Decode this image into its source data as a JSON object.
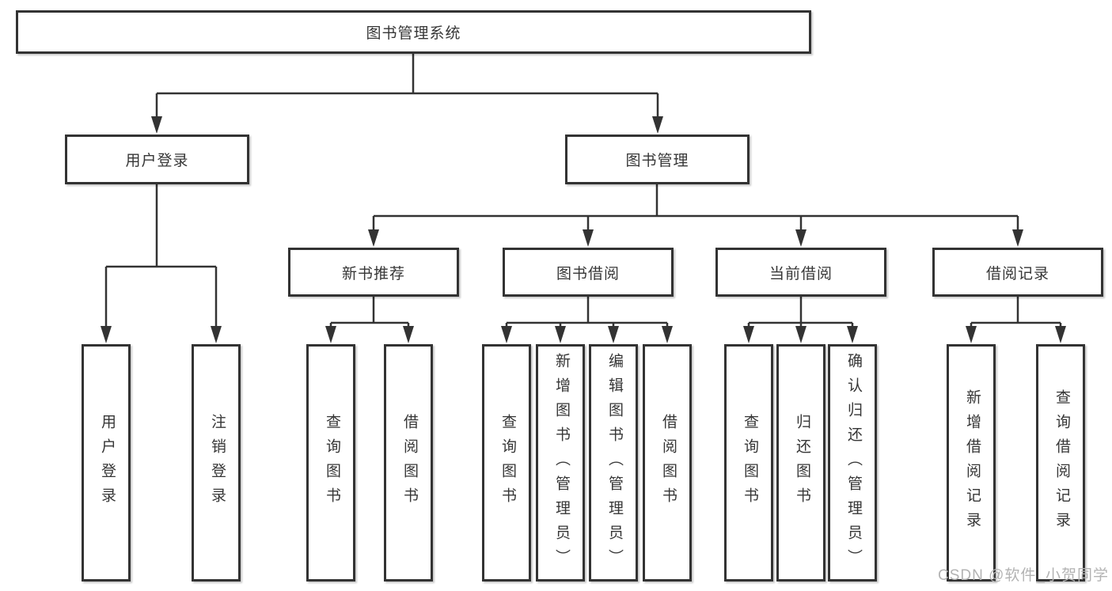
{
  "tree": {
    "root": "图书管理系统",
    "children": [
      {
        "label": "用户登录",
        "children": [
          "用户登录",
          "注销登录"
        ]
      },
      {
        "label": "图书管理",
        "children": [
          {
            "label": "新书推荐",
            "children": [
              "查询图书",
              "借阅图书"
            ]
          },
          {
            "label": "图书借阅",
            "children": [
              "查询图书",
              "新增图书（管理员）",
              "编辑图书（管理员）",
              "借阅图书"
            ]
          },
          {
            "label": "当前借阅",
            "children": [
              "查询图书",
              "归还图书",
              "确认归还（管理员）"
            ]
          },
          {
            "label": "借阅记录",
            "children": [
              "新增借阅记录",
              "查询借阅记录"
            ]
          }
        ]
      }
    ]
  },
  "colors": {
    "line": "#333333",
    "text": "#363636",
    "watermark": "#b3b3b3",
    "background": "#ffffff"
  },
  "watermark": {
    "text": "CSDN @软件_小贺同学"
  }
}
